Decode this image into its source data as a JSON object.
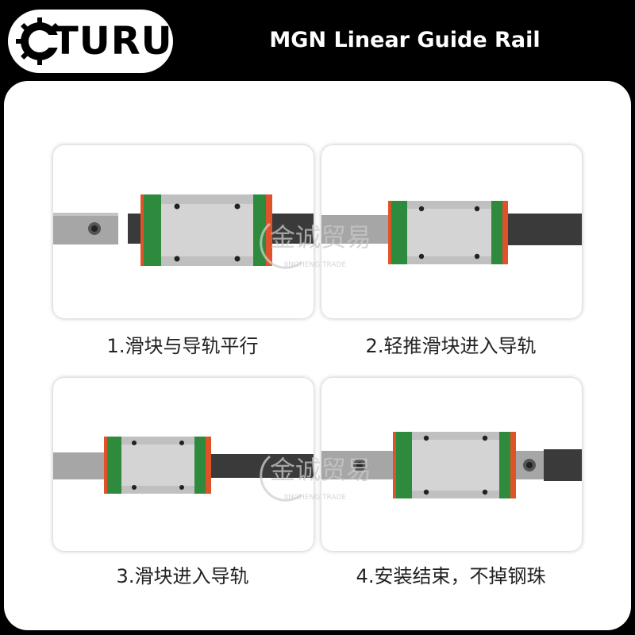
{
  "brand": {
    "logo_text": "TURUI"
  },
  "header": {
    "title": "MGN Linear Guide Rail"
  },
  "watermark": {
    "chinese": "金诚贸易",
    "english": "JINGHENG TRADE"
  },
  "steps": [
    {
      "caption": "1.滑块与导轨平行"
    },
    {
      "caption": "2.轻推滑块进入导轨"
    },
    {
      "caption": "3.滑块进入导轨"
    },
    {
      "caption": "4.安装结束，不掉钢珠"
    }
  ],
  "colors": {
    "block_green": "#2e8b3e",
    "seal_orange": "#e0522a",
    "block_body": "#d6d6d6",
    "rail_grey": "#a8a8a8",
    "rail_dark": "#3a3a3a"
  }
}
